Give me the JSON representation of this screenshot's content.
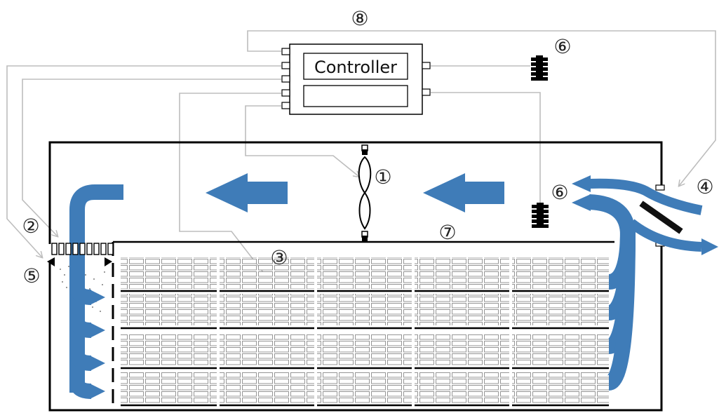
{
  "controller": {
    "label": "Controller"
  },
  "markers": {
    "fan": "①",
    "inlet": "②",
    "sensor": "③",
    "vent": "④",
    "humidifier": "⑤",
    "heater_top": "⑥",
    "heater_mid": "⑥",
    "baffle": "⑦",
    "wiring": "⑧"
  },
  "colors": {
    "airflow": "#3f7cb8",
    "wire": "#bdbdbd",
    "wall": "#000000"
  }
}
